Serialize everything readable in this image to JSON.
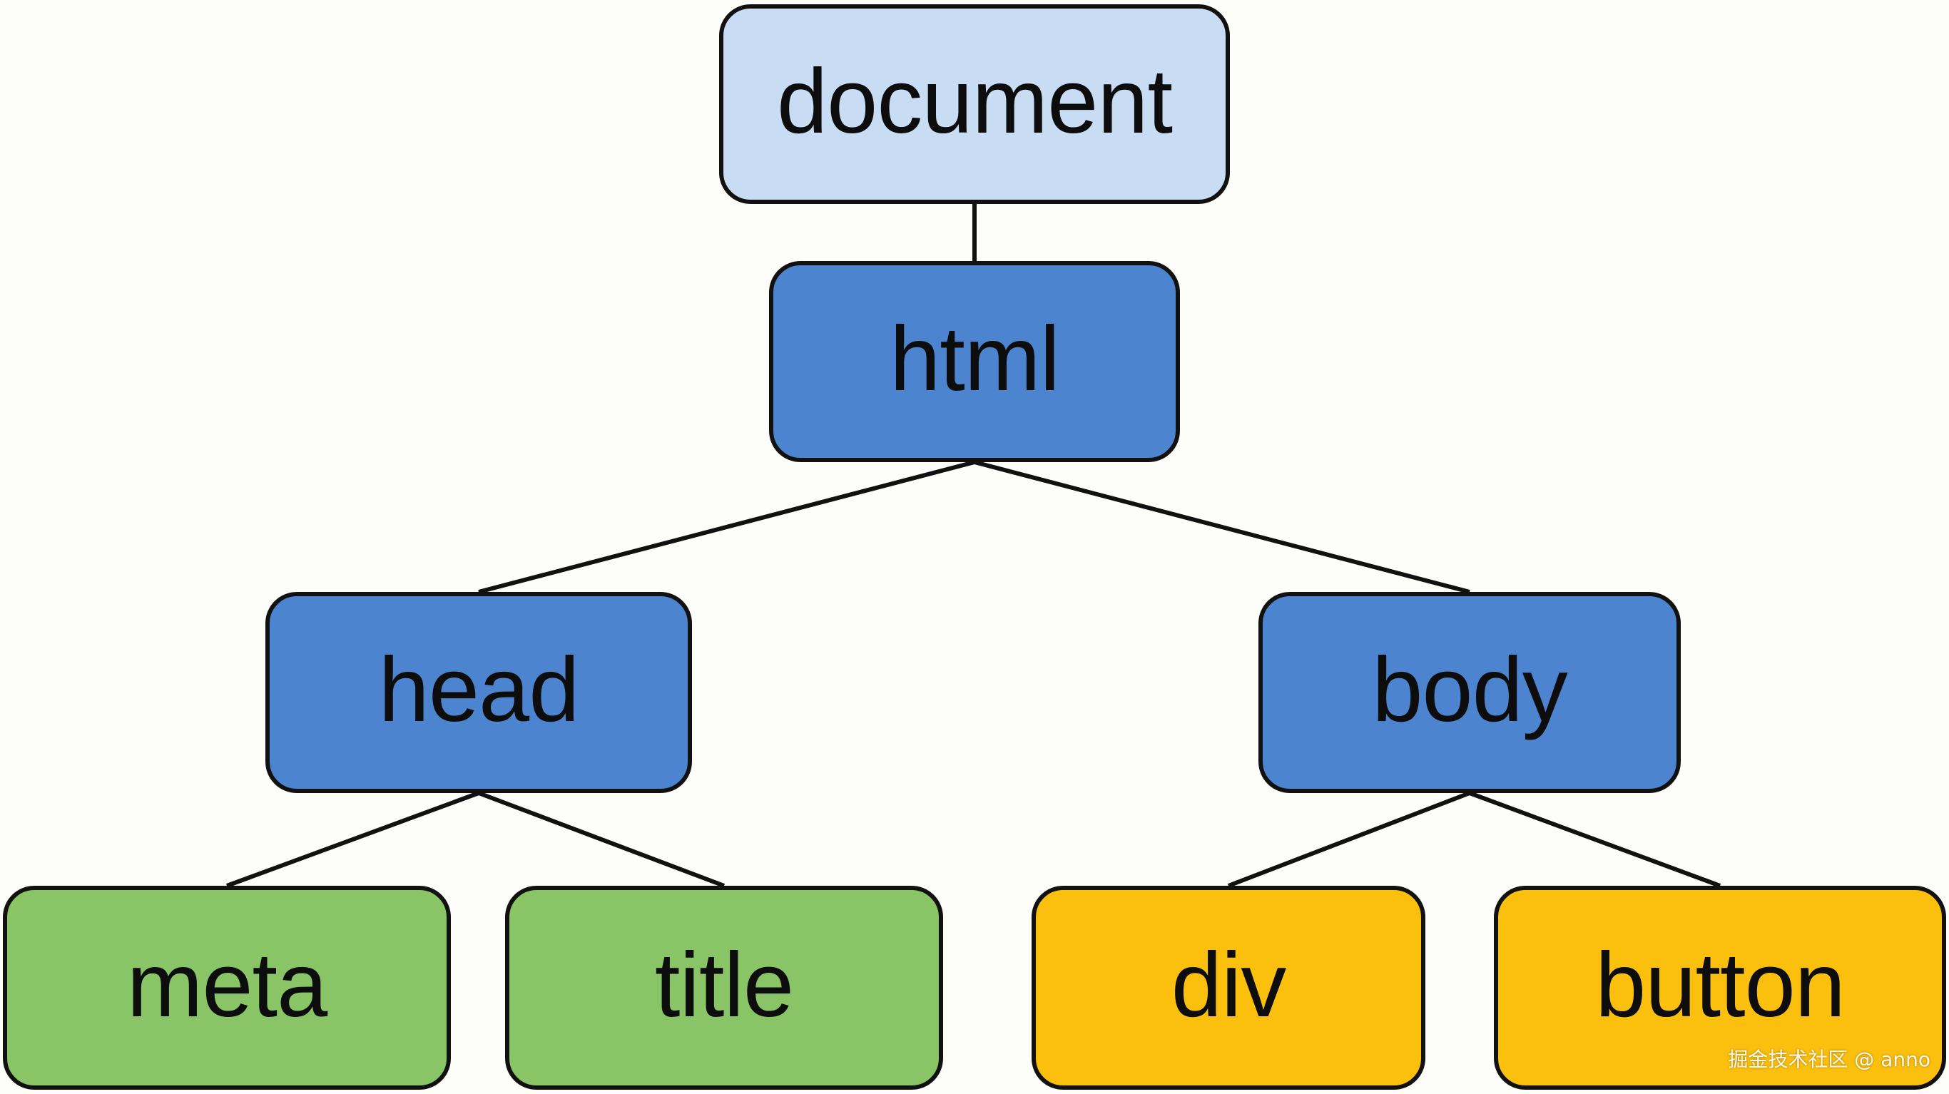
{
  "diagram": {
    "nodes": [
      {
        "id": "document",
        "label": "document",
        "tone": "light"
      },
      {
        "id": "html",
        "label": "html",
        "tone": "blue"
      },
      {
        "id": "head",
        "label": "head",
        "tone": "blue"
      },
      {
        "id": "body",
        "label": "body",
        "tone": "blue"
      },
      {
        "id": "meta",
        "label": "meta",
        "tone": "green"
      },
      {
        "id": "title",
        "label": "title",
        "tone": "green"
      },
      {
        "id": "div",
        "label": "div",
        "tone": "yellow"
      },
      {
        "id": "button",
        "label": "button",
        "tone": "yellow"
      }
    ],
    "edges": [
      {
        "from": "document",
        "to": "html"
      },
      {
        "from": "html",
        "to": "head"
      },
      {
        "from": "html",
        "to": "body"
      },
      {
        "from": "head",
        "to": "meta"
      },
      {
        "from": "head",
        "to": "title"
      },
      {
        "from": "body",
        "to": "div"
      },
      {
        "from": "body",
        "to": "button"
      }
    ],
    "colors": {
      "light": "#c8dcf3",
      "blue": "#4c84cf",
      "green": "#89c466",
      "yellow": "#fbbf0d",
      "outline": "#111111"
    }
  },
  "watermark": "掘金技术社区 @ anno"
}
